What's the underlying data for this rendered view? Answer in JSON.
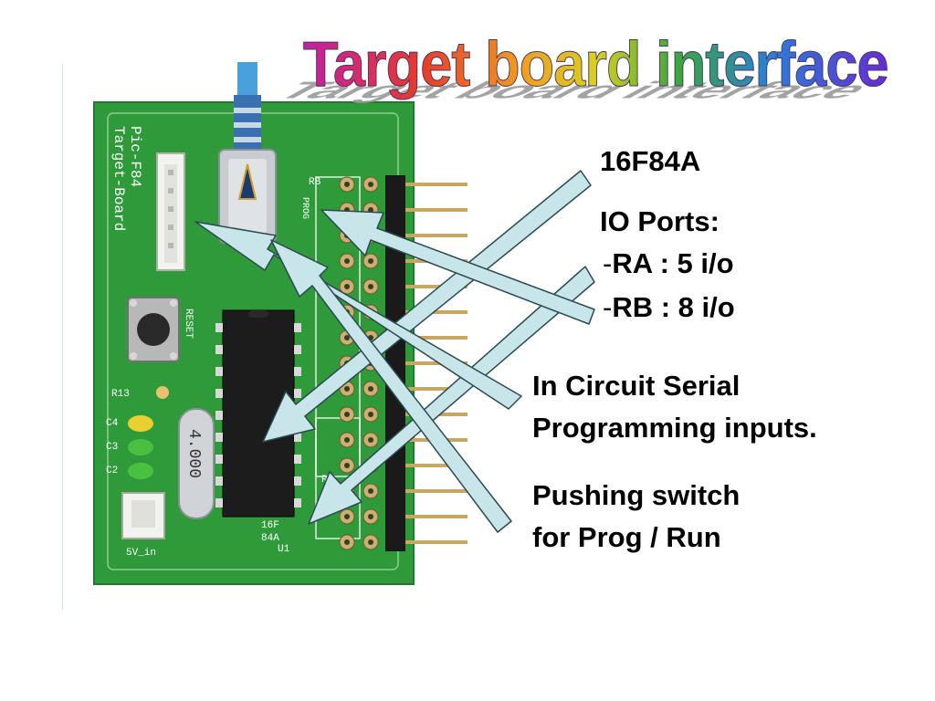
{
  "title": "Target board interface",
  "labels": {
    "chip": "16F84A",
    "io_ports": "IO Ports:",
    "ra": "RA : 5 i/o",
    "rb": "RB : 8 i/o",
    "dash": "-",
    "icsp_line1": "In Circuit Serial",
    "icsp_line2": "Programming inputs.",
    "switch_line1": "Pushing switch",
    "switch_line2": "for Prog / Run"
  },
  "board_silkscreen": {
    "name_line1": "Pic-F84",
    "name_line2": "Target-Board",
    "reset": "RESET",
    "r13": "R13",
    "c4": "C4",
    "c3": "C3",
    "c2": "C2",
    "crystal": "4.000",
    "power": "5V_in",
    "u1": "U1",
    "chip_line1": "16F",
    "chip_line2": "84A",
    "prog": "PROG",
    "rb": "RB",
    "ra": "RA"
  },
  "colors": {
    "pcb_green": "#2e9a3a",
    "arrow_fill": "#c8e6ea",
    "arrow_stroke": "#2a4a52"
  }
}
